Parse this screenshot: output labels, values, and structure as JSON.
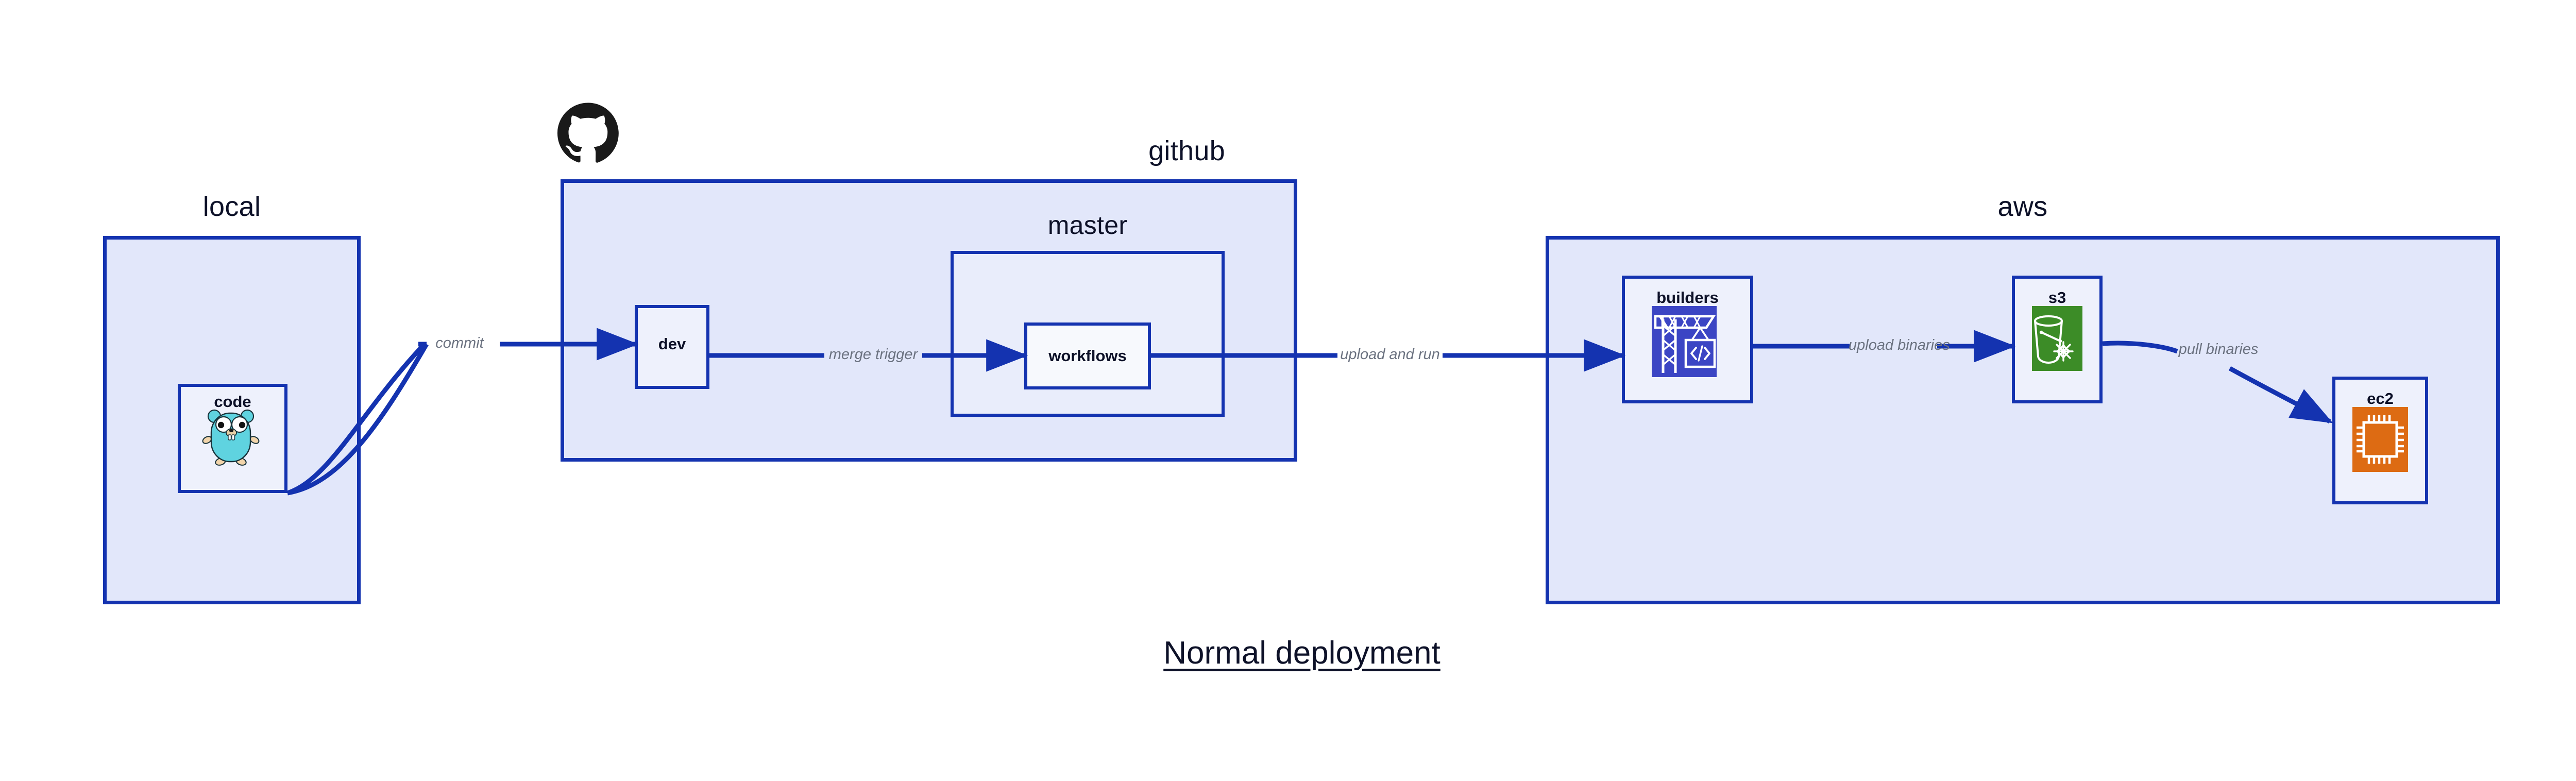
{
  "diagram": {
    "title": "Normal deployment",
    "accent_border": "#1433b0",
    "group_fill": "#e2e7fa",
    "node_fill": "#eef1fc",
    "label_color": "#6b7280",
    "text_color": "#0d1128"
  },
  "groups": [
    {
      "id": "local",
      "label": "local",
      "label_align": "center"
    },
    {
      "id": "github",
      "label": "github",
      "label_align": "right"
    },
    {
      "id": "master",
      "label": "master",
      "label_align": "center"
    },
    {
      "id": "aws",
      "label": "aws",
      "label_align": "center"
    }
  ],
  "nodes": [
    {
      "id": "code",
      "label": "code",
      "icon": "go-gopher-icon",
      "icon_color": "#5fd3e0"
    },
    {
      "id": "dev",
      "label": "dev",
      "icon": "none",
      "icon_color": ""
    },
    {
      "id": "workflows",
      "label": "workflows",
      "icon": "none",
      "icon_color": ""
    },
    {
      "id": "builders",
      "label": "builders",
      "icon": "crane-code-icon",
      "icon_color": "#3b45c4"
    },
    {
      "id": "s3",
      "label": "s3",
      "icon": "bucket-snowflake-icon",
      "icon_color": "#3c8c27"
    },
    {
      "id": "ec2",
      "label": "ec2",
      "icon": "cpu-chip-icon",
      "icon_color": "#dd6b13"
    }
  ],
  "edges": [
    {
      "id": "commit",
      "label": "commit",
      "from": "code",
      "to": "dev"
    },
    {
      "id": "merge-trigger",
      "label": "merge trigger",
      "from": "dev",
      "to": "workflows"
    },
    {
      "id": "upload-and-run",
      "label": "upload and run",
      "from": "workflows",
      "to": "builders"
    },
    {
      "id": "upload-binaries",
      "label": "upload binaries",
      "from": "builders",
      "to": "s3"
    },
    {
      "id": "pull-binaries",
      "label": "pull binaries",
      "from": "s3",
      "to": "ec2"
    }
  ],
  "logos": [
    {
      "id": "github-octocat",
      "name": "github-octocat-icon",
      "color": "#000000"
    }
  ]
}
